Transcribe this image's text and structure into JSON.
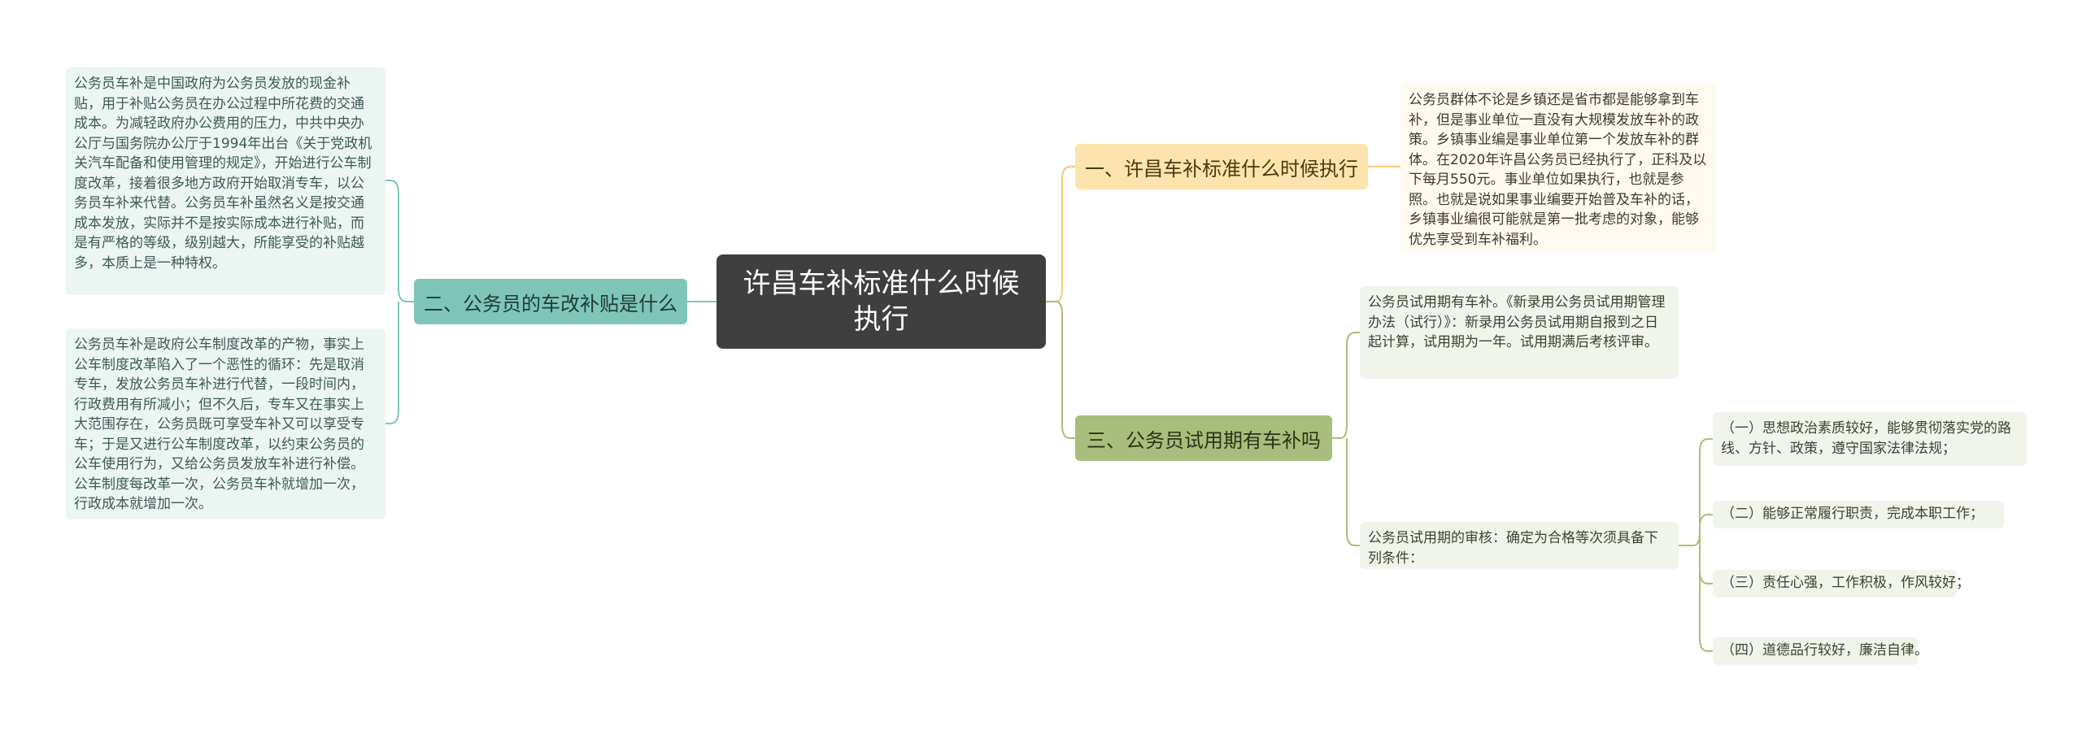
{
  "root": {
    "title": "许昌车补标准什么时候执行"
  },
  "branches": {
    "left": {
      "label": "二、公务员的车改补贴是什么",
      "notes": [
        "公务员车补是中国政府为公务员发放的现金补贴，用于补贴公务员在办公过程中所花费的交通成本。为减轻政府办公费用的压力，中共中央办公厅与国务院办公厅于1994年出台《关于党政机关汽车配备和使用管理的规定》，开始进行公车制度改革，接着很多地方政府开始取消专车，以公务员车补来代替。公务员车补虽然名义是按交通成本发放，实际并不是按实际成本进行补贴，而是有严格的等级，级别越大，所能享受的补贴越多，本质上是一种特权。",
        "公务员车补是政府公车制度改革的产物，事实上公车制度改革陷入了一个恶性的循环：先是取消专车，发放公务员车补进行代替，一段时间内，行政费用有所减小；但不久后，专车又在事实上大范围存在，公务员既可享受车补又可以享受专车；于是又进行公车制度改革，以约束公务员的公车使用行为，又给公务员发放车补进行补偿。公车制度每改革一次，公务员车补就增加一次，行政成本就增加一次。"
      ]
    },
    "right1": {
      "label": "一、许昌车补标准什么时候执行",
      "note": "公务员群体不论是乡镇还是省市都是能够拿到车补，但是事业单位一直没有大规模发放车补的政策。乡镇事业编是事业单位第一个发放车补的群体。在2020年许昌公务员已经执行了，正科及以下每月550元。事业单位如果执行，也就是参照。也就是说如果事业编要开始普及车补的话，乡镇事业编很可能就是第一批考虑的对象，能够优先享受到车补福利。"
    },
    "right3": {
      "label": "三、公务员试用期有车补吗",
      "note1": "公务员试用期有车补。《新录用公务员试用期管理办法（试行）》：新录用公务员试用期自报到之日起计算，试用期为一年。试用期满后考核评审。",
      "note2": "公务员试用期的审核：确定为合格等次须具备下列条件：",
      "conditions": [
        "（一）思想政治素质较好，能够贯彻落实党的路线、方针、政策，遵守国家法律法规；",
        "（二）能够正常履行职责，完成本职工作；",
        "（三）责任心强，工作积极，作风较好；",
        "（四）道德品行较好，廉洁自律。"
      ]
    }
  },
  "colors": {
    "root": "#3f3f3f",
    "teal": "#7fc6b9",
    "yellow": "#fde3ad",
    "green": "#a9be7c"
  }
}
